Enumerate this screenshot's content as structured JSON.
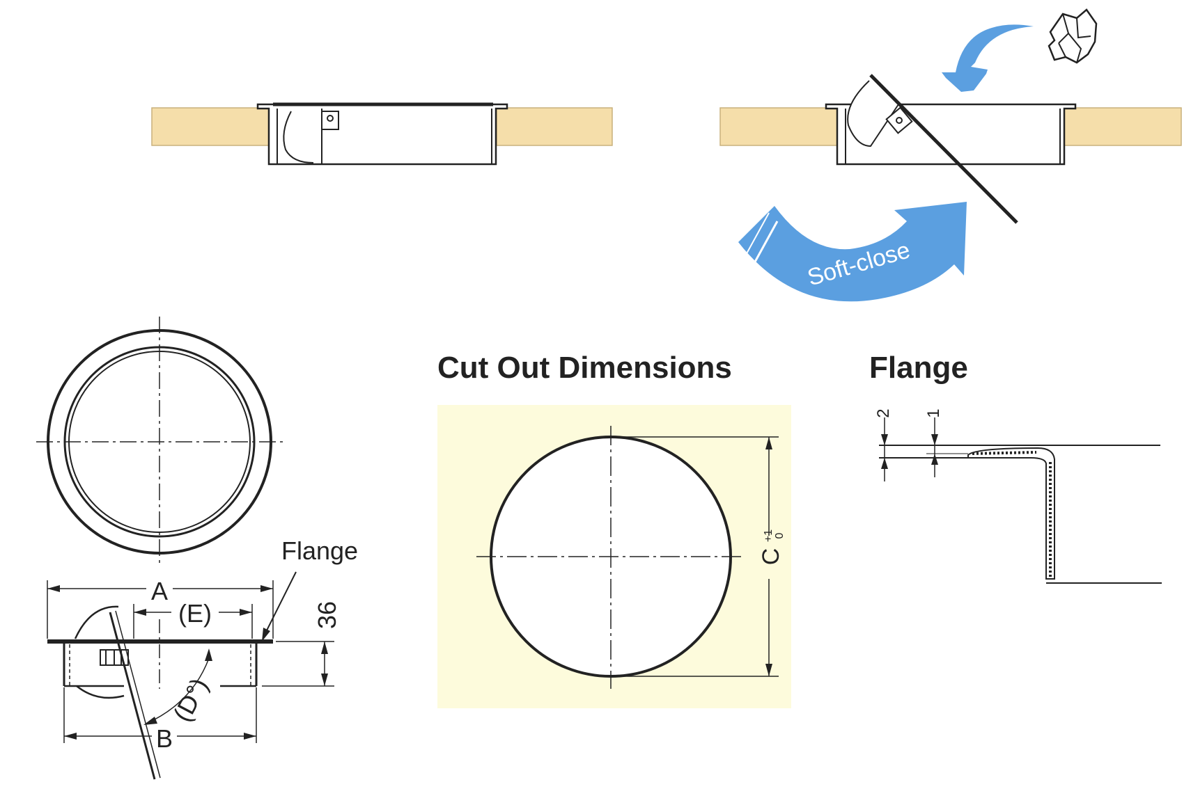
{
  "headings": {
    "cut_out": "Cut Out Dimensions",
    "flange": "Flange"
  },
  "labels": {
    "soft_close": "Soft-close",
    "flange_callout": "Flange",
    "dim_a": "A",
    "dim_b": "B",
    "dim_e": "(E)",
    "dim_d": "(D°)",
    "dim_height": "36",
    "dim_c": "C",
    "dim_c_tol_upper": "+1",
    "dim_c_tol_lower": "0",
    "flange_thick_outer": "2",
    "flange_thick_inner": "1"
  },
  "colors": {
    "wood": "#f5deaa",
    "cutout_bg": "#fdfbdc",
    "arrow_blue": "#5b9fe0",
    "line": "#222222"
  },
  "icons": [
    "crumpled-paper-icon",
    "curved-down-arrow-icon",
    "soft-close-arrow-icon"
  ]
}
